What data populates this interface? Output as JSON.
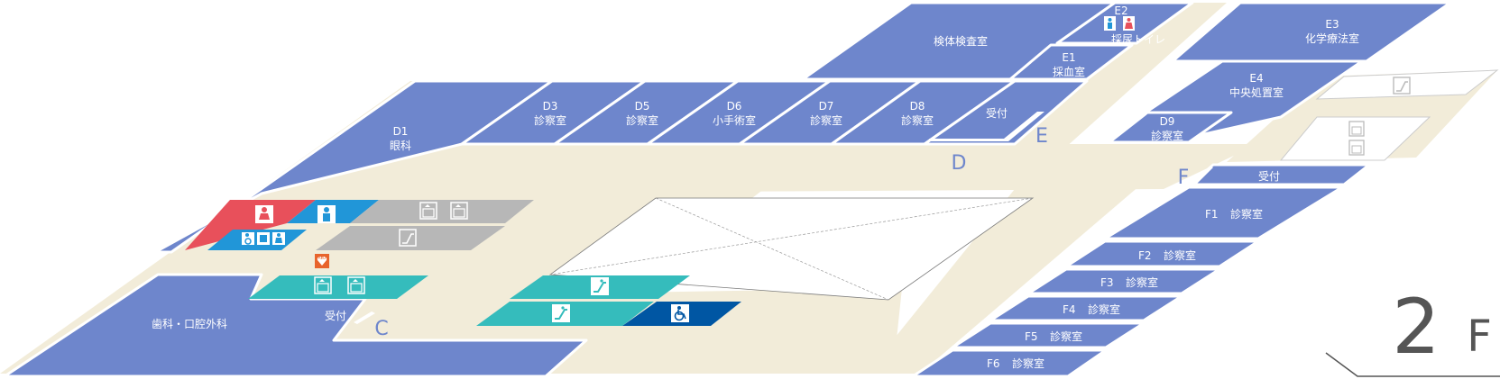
{
  "floor": {
    "number": "2",
    "letter": "F"
  },
  "zones": {
    "C": "C",
    "D": "D",
    "E": "E",
    "F": "F"
  },
  "rooms": {
    "d1": {
      "code": "D1",
      "name": "眼科"
    },
    "d3": {
      "code": "D3",
      "name": "診察室"
    },
    "d5": {
      "code": "D5",
      "name": "診察室"
    },
    "d6": {
      "code": "D6",
      "name": "小手術室"
    },
    "d7": {
      "code": "D7",
      "name": "診察室"
    },
    "d8": {
      "code": "D8",
      "name": "診察室"
    },
    "d9": {
      "code": "D9",
      "name": "診察室"
    },
    "e1": {
      "code": "E1",
      "name": "採血室"
    },
    "e2": {
      "code": "E2",
      "name": "採尿トイレ"
    },
    "e3": {
      "code": "E3",
      "name": "化学療法室"
    },
    "e4": {
      "code": "E4",
      "name": "中央処置室"
    },
    "lab": {
      "name": "検体検査室"
    },
    "reception_e": {
      "name": "受付"
    },
    "reception_f": {
      "name": "受付"
    },
    "reception_c": {
      "name": "受付"
    },
    "dental": {
      "name": "歯科・口腔外科"
    },
    "f1": {
      "code": "F1",
      "name": "診察室"
    },
    "f2": {
      "code": "F2",
      "name": "診察室"
    },
    "f3": {
      "code": "F3",
      "name": "診察室"
    },
    "f4": {
      "code": "F4",
      "name": "診察室"
    },
    "f5": {
      "code": "F5",
      "name": "診察室"
    },
    "f6": {
      "code": "F6",
      "name": "診察室"
    }
  },
  "aed_label": "AED",
  "colors": {
    "room": "#6e86cc",
    "corridor": "#f2ecd9",
    "womens_toilet": "#e8505b",
    "mens_toilet": "#2196d8",
    "elevator": "#b7b7b7",
    "escalator": "#35bcbc",
    "accessible": "#0056a3",
    "aed": "#e8642c"
  },
  "icons": [
    "female-toilet-icon",
    "male-toilet-icon",
    "accessible-toilet-icon",
    "baby-icon",
    "multipurpose-toilet-icon",
    "elevator-icon",
    "escalator-icon",
    "wheelchair-icon",
    "aed-icon"
  ]
}
